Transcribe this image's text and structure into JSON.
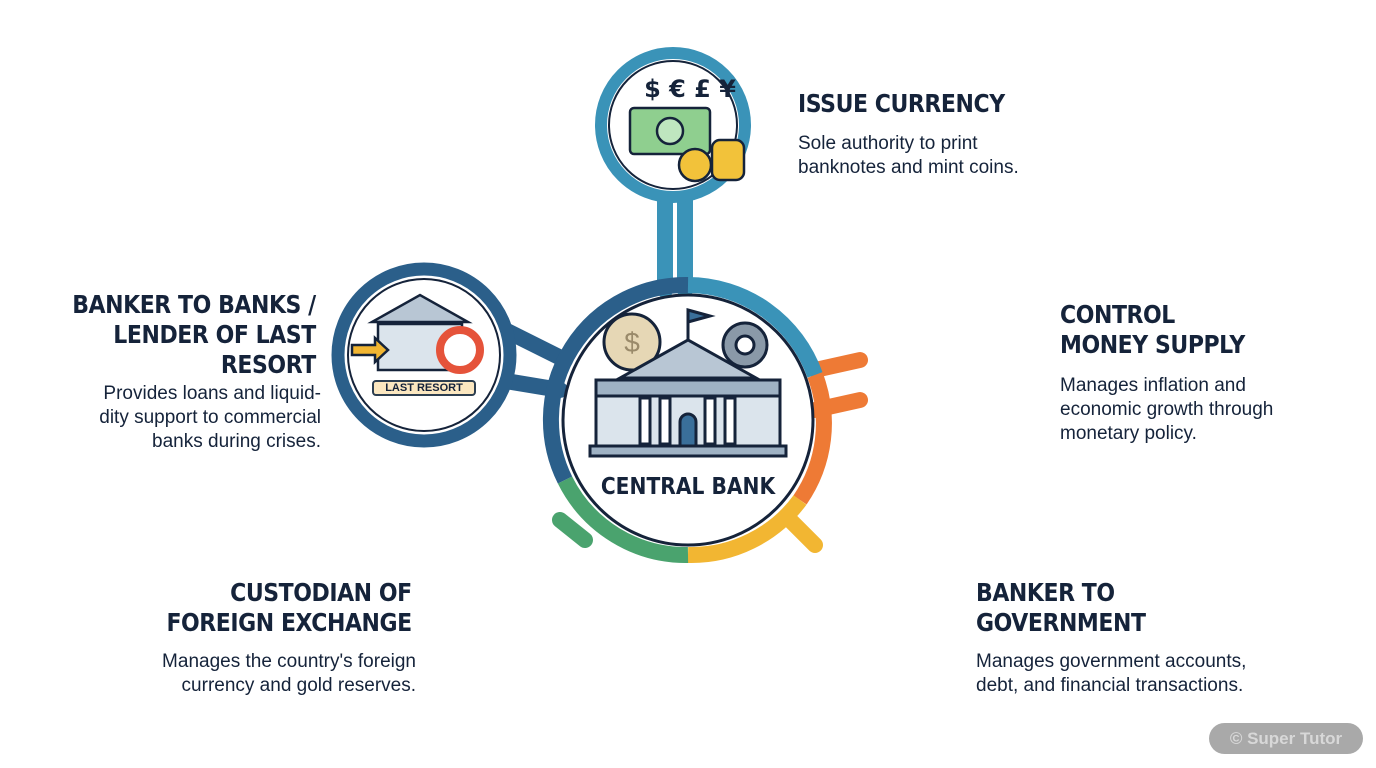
{
  "center": {
    "label": "CENTRAL BANK"
  },
  "functions": [
    {
      "id": "issue-currency",
      "title": "ISSUE CURRENCY",
      "description": [
        "Sole authority to print",
        "banknotes and mint coins."
      ],
      "color": "#3a93b8",
      "icon": "banknotes-coins-icon",
      "symbols": "$ € £ ¥"
    },
    {
      "id": "banker-to-banks",
      "title": [
        "BANKER TO BANKS /",
        "LENDER OF LAST",
        "RESORT"
      ],
      "description": [
        "Provides loans and liquid-",
        "dity support to commercial",
        "banks during crises."
      ],
      "color": "#2b5f8a",
      "icon": "bank-lifebuoy-icon",
      "badge": "LAST RESORT"
    },
    {
      "id": "control-money-supply",
      "title": [
        "CONTROL",
        "MONEY SUPPLY"
      ],
      "description": [
        "Manages inflation and",
        "economic growth through",
        "monetary policy."
      ],
      "color": "#ee7a35",
      "icon": "gears-lever-icon"
    },
    {
      "id": "custodian-forex",
      "title": [
        "CUSTODIAN OF",
        "FOREIGN EXCHANGE"
      ],
      "description": [
        "Manages the country's foreign",
        "currency and gold reserves."
      ],
      "color": "#4aa36e",
      "icon": "globe-currency-key-icon"
    },
    {
      "id": "banker-to-government",
      "title": [
        "BANKER TO",
        "GOVERNMENT"
      ],
      "description": [
        "Manages government accounts,",
        "debt, and financial transactions."
      ],
      "color": "#f2b632",
      "icon": "government-building-shield-icon"
    }
  ],
  "watermark": "© Super Tutor"
}
